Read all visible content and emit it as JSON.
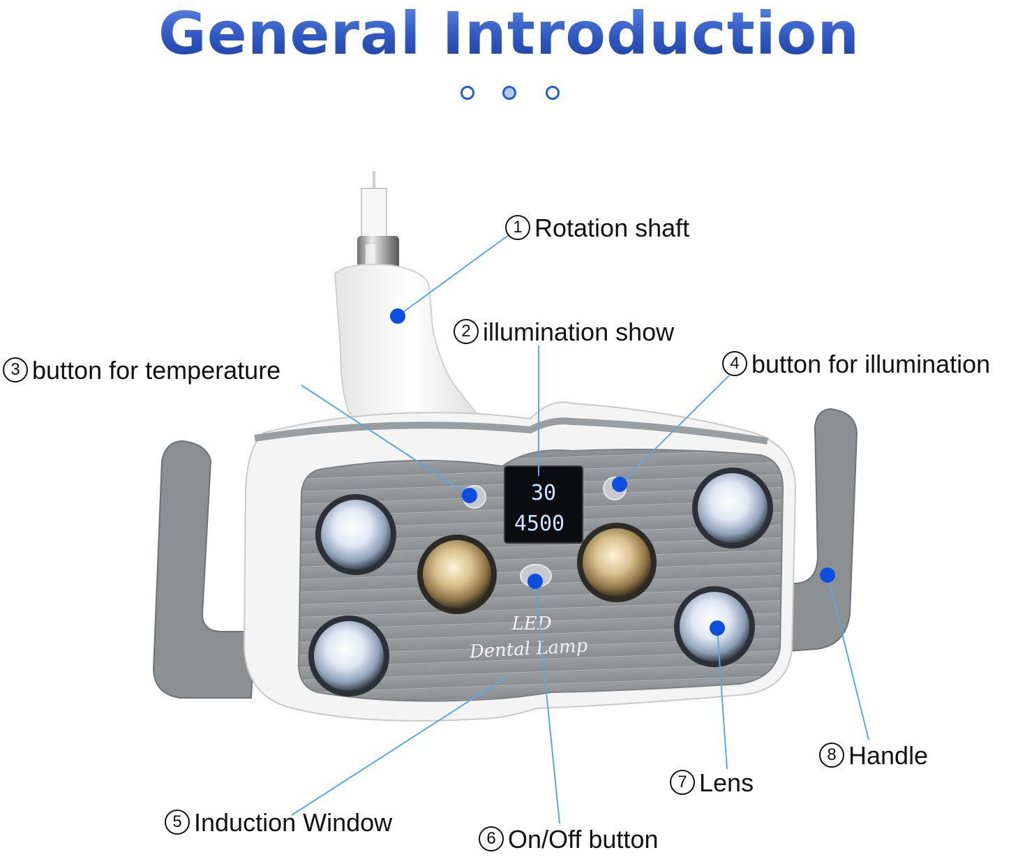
{
  "title": "General Introduction",
  "pagination": {
    "active_index": 1,
    "count": 3
  },
  "colors": {
    "title": "#2b55b8",
    "marker": "#0c4fe0",
    "leader": "#5aa8e0",
    "panel": "#8f9396",
    "housing": "#f3f3f3",
    "handle": "#8c8f92"
  },
  "lamp": {
    "brand_line1": "LED",
    "brand_line2": "Dental Lamp",
    "display_top": "30",
    "display_bottom": "4500"
  },
  "callouts": [
    {
      "num": "1",
      "text": "Rotation shaft"
    },
    {
      "num": "2",
      "text": "illumination show"
    },
    {
      "num": "3",
      "text": "button for temperature"
    },
    {
      "num": "4",
      "text": "button for illumination"
    },
    {
      "num": "5",
      "text": "Induction Window"
    },
    {
      "num": "6",
      "text": "On/Off button"
    },
    {
      "num": "7",
      "text": "Lens"
    },
    {
      "num": "8",
      "text": "Handle"
    }
  ]
}
